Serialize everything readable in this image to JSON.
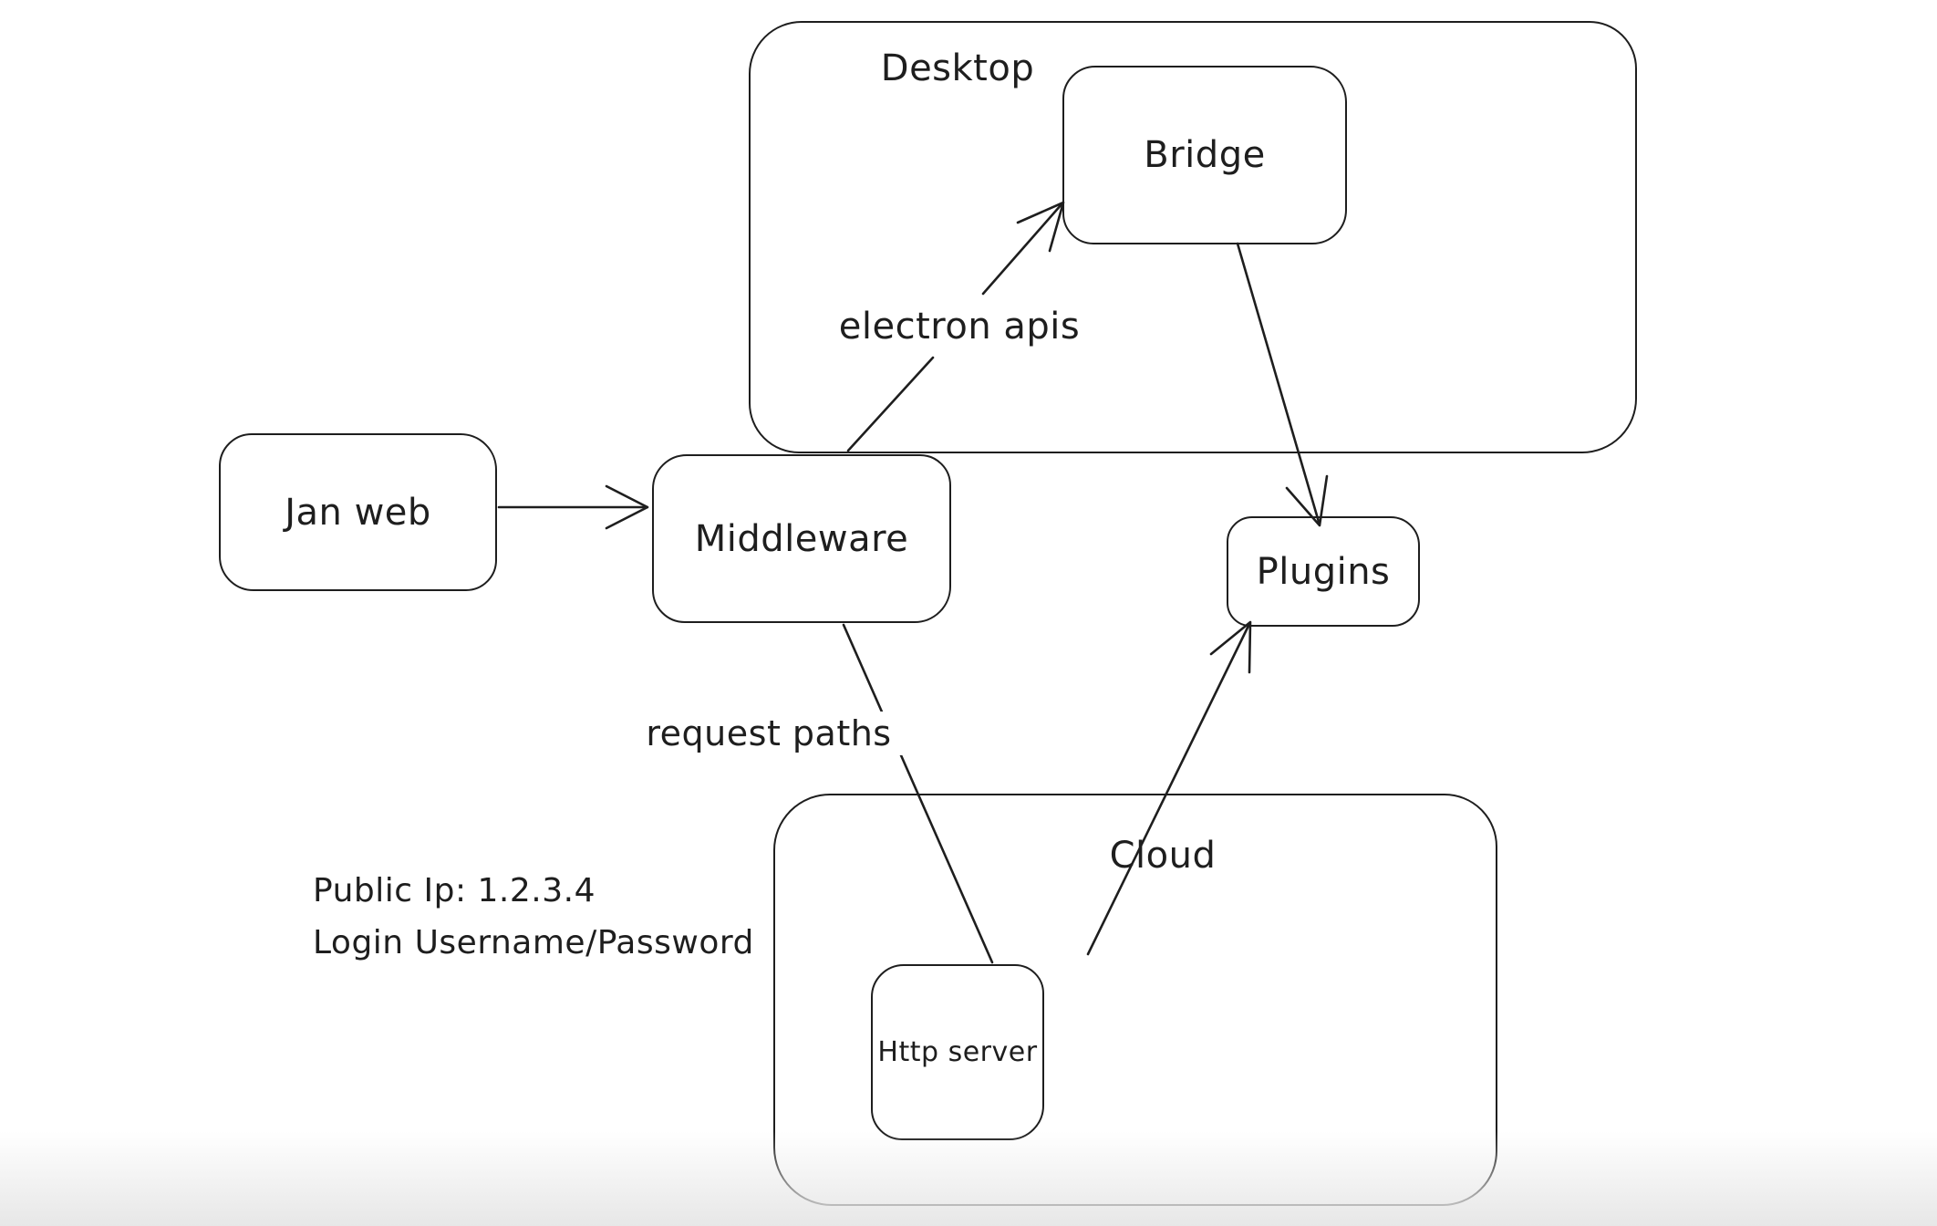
{
  "canvas": {
    "background_color": "#ffffff",
    "stroke_color": "#1e1e1e",
    "bottom_fade_color": "#e7e7e7",
    "style": "hand-drawn whiteboard sketch"
  },
  "diagram": {
    "containers": [
      {
        "id": "desktop",
        "label": "Desktop"
      },
      {
        "id": "cloud",
        "label": "Cloud"
      }
    ],
    "nodes": [
      {
        "id": "jan-web",
        "label": "Jan web"
      },
      {
        "id": "middleware",
        "label": "Middleware"
      },
      {
        "id": "bridge",
        "label": "Bridge",
        "inside": "desktop"
      },
      {
        "id": "plugins",
        "label": "Plugins"
      },
      {
        "id": "http-server",
        "label": "Http server",
        "inside": "cloud"
      }
    ],
    "edges": [
      {
        "from": "jan-web",
        "to": "middleware",
        "label": "",
        "arrowhead": "end"
      },
      {
        "from": "middleware",
        "to": "bridge",
        "label": "electron apis",
        "arrowhead": "end"
      },
      {
        "from": "bridge",
        "to": "plugins",
        "label": "",
        "arrowhead": "end"
      },
      {
        "from": "middleware",
        "to": "http-server",
        "label": "request paths",
        "arrowhead": "none"
      },
      {
        "from": "http-server",
        "to": "plugins",
        "label": "",
        "arrowhead": "end"
      }
    ],
    "annotations": [
      "Public Ip: 1.2.3.4",
      "Login Username/Password"
    ]
  }
}
